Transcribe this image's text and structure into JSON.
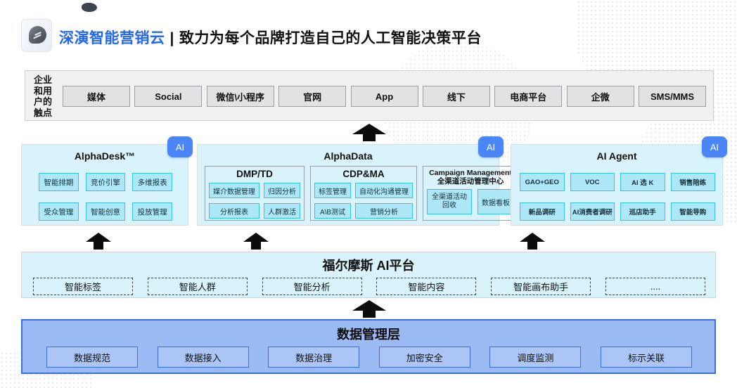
{
  "header": {
    "brand": "深演智能营销云",
    "separator": "|",
    "tagline": "致力为每个品牌打造自己的人工智能决策平台"
  },
  "touchpoints": {
    "label_lines": [
      "企业",
      "和用",
      "户的",
      "触点"
    ],
    "items": [
      "媒体",
      "Social",
      "微信\\小程序",
      "官网",
      "App",
      "线下",
      "电商平台",
      "企微",
      "SMS/MMS"
    ]
  },
  "panels": [
    {
      "title": "AlphaDesk™",
      "badge": "AI",
      "items": [
        "智能排期",
        "竞价引擎",
        "多维报表",
        "受众管理",
        "智能创意",
        "投放管理"
      ]
    },
    {
      "title": "AlphaData",
      "badge": "AI",
      "groups": [
        {
          "title": "DMP/TD",
          "items": [
            "媒介数据管理",
            "归因分析",
            "分析报表",
            "人群激活"
          ]
        },
        {
          "title": "CDP&MA",
          "items": [
            "标签管理",
            "自动化沟通管理",
            "A\\B测试",
            "营销分析"
          ]
        },
        {
          "title_line1": "Campaign Management",
          "title_line2": "全渠道活动管理中心",
          "items": [
            "全渠道活动\n回收",
            "数据看板"
          ]
        }
      ]
    },
    {
      "title": "AI Agent",
      "badge": "AI",
      "items": [
        "GAO+GEO",
        "VOC",
        "AI 选 K",
        "销售陪练",
        "新品调研",
        "AI消费者调研",
        "巡店助手",
        "智能导购"
      ]
    }
  ],
  "ai_platform": {
    "title": "福尔摩斯 AI平台",
    "items": [
      "智能标签",
      "智能人群",
      "智能分析",
      "智能内容",
      "智能画布助手",
      "...."
    ]
  },
  "data_layer": {
    "title": "数据管理层",
    "items": [
      "数据规范",
      "数据接入",
      "数据治理",
      "加密安全",
      "调度监测",
      "标示关联"
    ]
  },
  "colors": {
    "brand_blue": "#2266f2",
    "ai_badge_blue": "#4a86f8",
    "panel_cyan_bg": "#d8f3fb",
    "item_cyan_bg": "#aee8f8",
    "item_cyan_border": "#33c2e9",
    "data_band_bg": "#9cbaf3",
    "data_band_border": "#3a6fe0",
    "arrow_black": "#0c0c0c"
  }
}
